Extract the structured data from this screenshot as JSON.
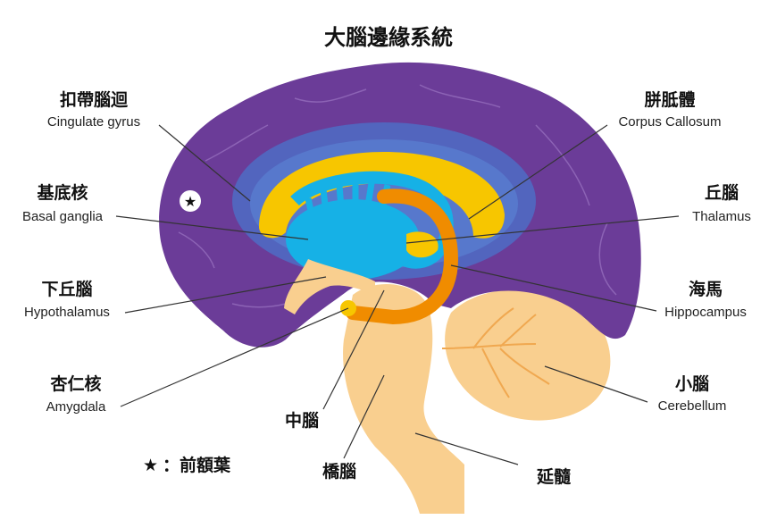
{
  "title": "大腦邊緣系統",
  "colors": {
    "cortex": "#6b3c98",
    "glow": "#4d6cc4",
    "corpus_callosum": "#f7c600",
    "thalamus": "#16b1e6",
    "hippocampus": "#f08c00",
    "brainstem": "#f9cf8f"
  },
  "labels": {
    "cingulate": {
      "zh": "扣帶腦迴",
      "en": "Cingulate gyrus"
    },
    "basal": {
      "zh": "基底核",
      "en": "Basal ganglia"
    },
    "hypothalamus": {
      "zh": "下丘腦",
      "en": "Hypothalamus"
    },
    "amygdala": {
      "zh": "杏仁核",
      "en": "Amygdala"
    },
    "corpus": {
      "zh": "胼胝體",
      "en": "Corpus Callosum"
    },
    "thalamus": {
      "zh": "丘腦",
      "en": "Thalamus"
    },
    "hippocampus": {
      "zh": "海馬",
      "en": "Hippocampus"
    },
    "cerebellum": {
      "zh": "小腦",
      "en": "Cerebellum"
    },
    "midbrain": {
      "zh": "中腦"
    },
    "pons": {
      "zh": "橋腦"
    },
    "medulla": {
      "zh": "延髓"
    }
  },
  "legend": {
    "symbol": "★",
    "text": "：前額葉"
  }
}
